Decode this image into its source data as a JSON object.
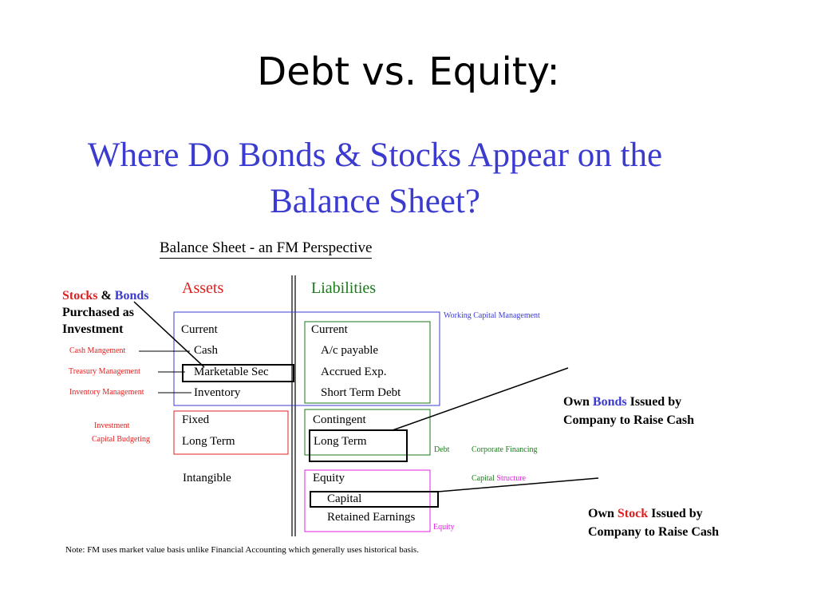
{
  "slide": {
    "title": "Debt vs. Equity:",
    "heading_line1": "Where Do Bonds & Stocks Appear on the",
    "heading_line2": "Balance Sheet?"
  },
  "diagram": {
    "title": "Balance Sheet - an FM Perspective",
    "assets_header": "Assets",
    "liabilities_header": "Liabilities",
    "assets": {
      "current": "Current",
      "cash": "Cash",
      "marketable_sec": "Marketable Sec",
      "inventory": "Inventory",
      "fixed": "Fixed",
      "long_term": "Long Term",
      "intangible": "Intangible"
    },
    "liabilities": {
      "current": "Current",
      "ac_payable": "A/c payable",
      "accrued_exp": "Accrued Exp.",
      "short_term_debt": "Short Term Debt",
      "contingent": "Contingent",
      "long_term": "Long Term",
      "equity": "Equity",
      "capital": "Capital",
      "retained_earnings": "Retained Earnings"
    },
    "left_notes": {
      "cash_management": "Cash Mangement",
      "treasury_management": "Treasury Management",
      "inventory_management": "Inventory Management",
      "investment": "Investment",
      "capital_budgeting": "Capital Budgeting"
    },
    "right_notes": {
      "working_capital": "Working Capital Management",
      "debt": "Debt",
      "corporate_financing": "Corporate Financing",
      "capital_word": "Capital",
      "structure_word": "Structure",
      "equity": "Equity"
    },
    "callout_stocks_bonds": {
      "stocks": "Stocks",
      "amp": "&",
      "bonds": "Bonds",
      "line2": "Purchased as",
      "line3": "Investment"
    },
    "callout_own_bonds": {
      "own": "Own",
      "bonds": "Bonds",
      "rest": "Issued by",
      "line2": "Company to Raise Cash"
    },
    "callout_own_stock": {
      "own": "Own",
      "stock": "Stock",
      "rest": "Issued by",
      "line2": "Company to Raise Cash"
    },
    "note": "Note: FM uses market value basis unlike Financial Accounting which generally uses historical basis.",
    "colors": {
      "blue": "#3b3bd0",
      "red": "#e02020",
      "green": "#1a7a1a",
      "magenta": "#e020e0",
      "black": "#000000"
    }
  }
}
